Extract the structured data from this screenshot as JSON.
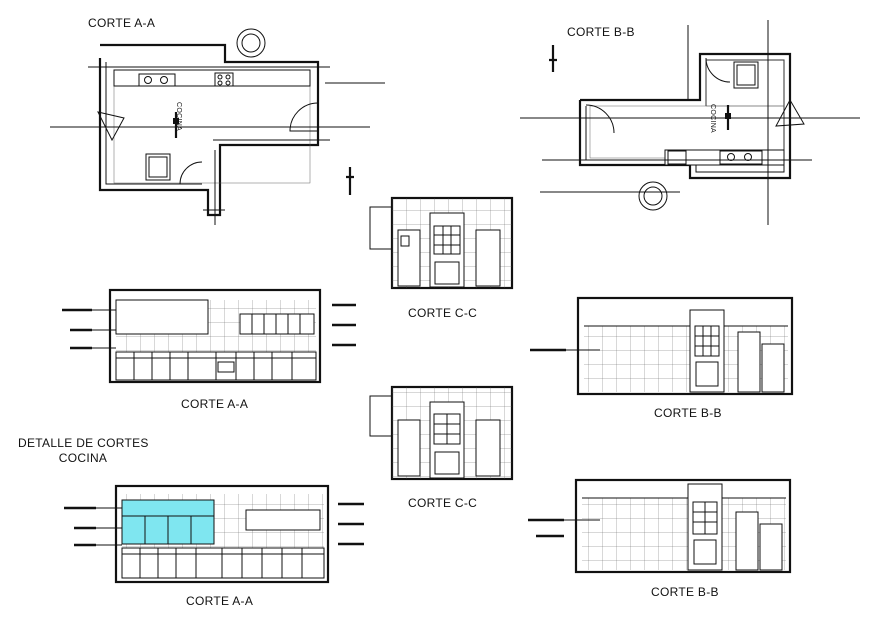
{
  "labels": {
    "plan_a": "CORTE A-A",
    "plan_b": "CORTE B-B",
    "section_c1": "CORTE C-C",
    "section_c2": "CORTE C-C",
    "section_a1": "CORTE A-A",
    "section_a2": "CORTE A-A",
    "section_b1": "CORTE B-B",
    "section_b2": "CORTE B-B",
    "room_a": "COCINA",
    "room_b": "COCINA"
  },
  "title_block": {
    "line1": "DETALLE DE  CORTES",
    "line2": "COCINA"
  },
  "colors": {
    "ink": "#111111",
    "glass": "#7fe6f0",
    "paper": "#ffffff"
  }
}
